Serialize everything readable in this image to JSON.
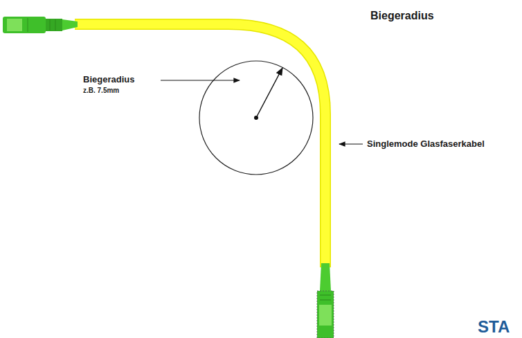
{
  "diagram": {
    "title": "Biegeradius",
    "labels": [
      "Biegeradius",
      "z.B. 7.5mm",
      "Singlemode Glasfaserkabel",
      "STA"
    ]
  }
}
